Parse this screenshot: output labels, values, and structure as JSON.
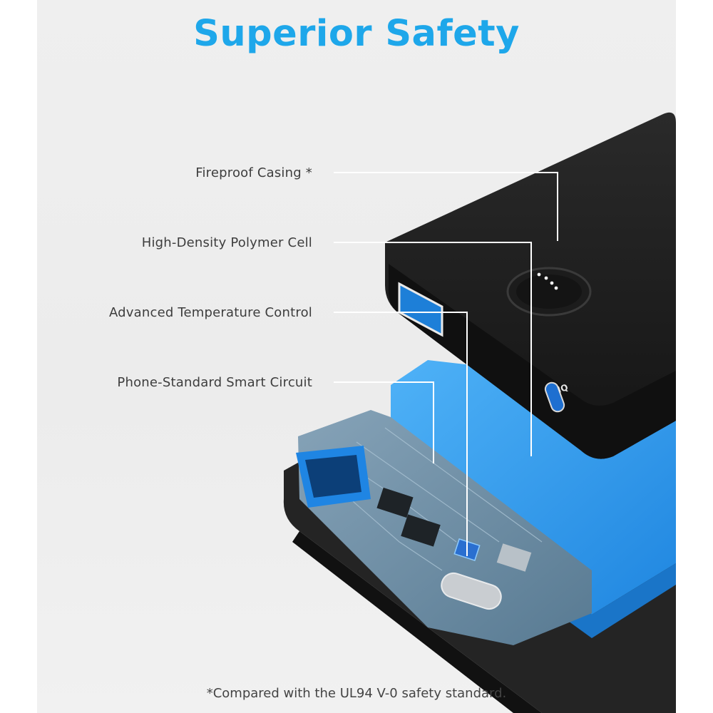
{
  "title": "Superior Safety",
  "features": [
    {
      "label": "Fireproof Casing *"
    },
    {
      "label": "High-Density Polymer Cell"
    },
    {
      "label": "Advanced Temperature Control"
    },
    {
      "label": "Phone-Standard Smart Circuit"
    }
  ],
  "port_badge": "IQ",
  "footnote": "*Compared with the UL94 V-0 safety standard.",
  "colors": {
    "accent": "#1ea7ea",
    "battery_cell": "#2e9bf0",
    "casing": "#1b1b1b",
    "circuit_board": "#6f8fa8",
    "background": "#eeeeee"
  }
}
